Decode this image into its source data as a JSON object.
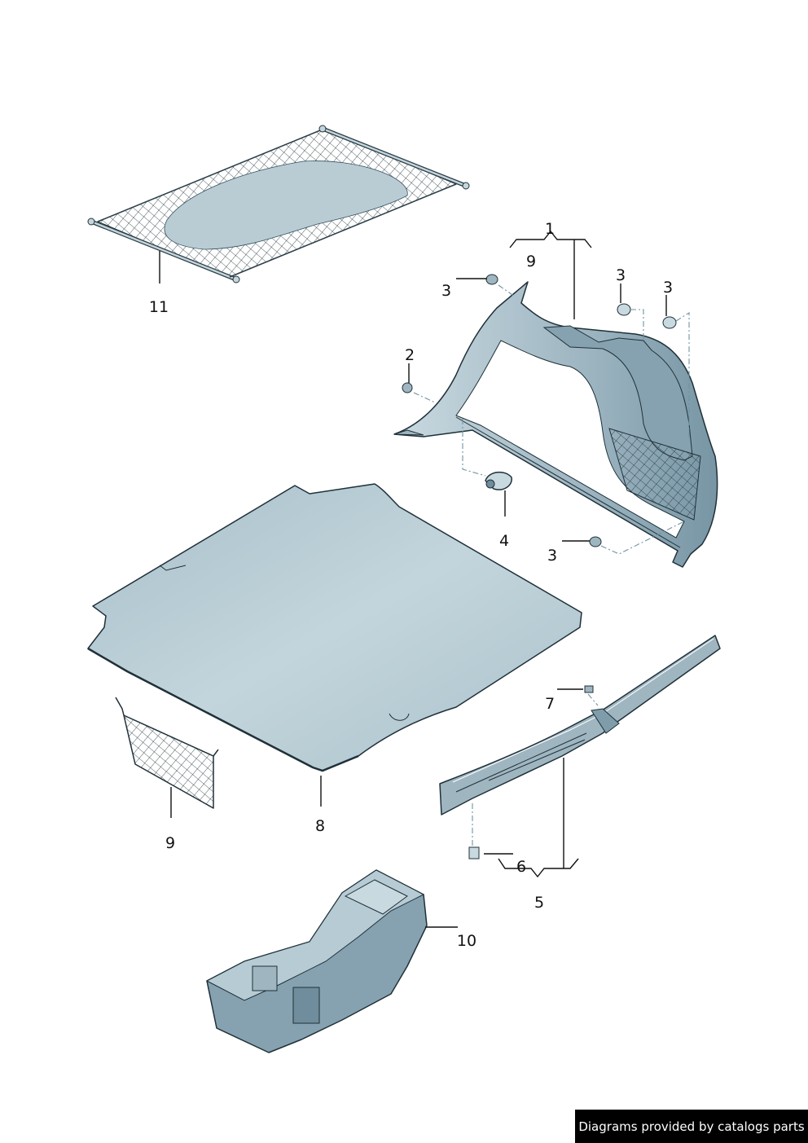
{
  "diagram": {
    "callouts": [
      {
        "id": "c1",
        "text": "1"
      },
      {
        "id": "c2",
        "text": "2"
      },
      {
        "id": "c3a",
        "text": "3"
      },
      {
        "id": "c3b",
        "text": "3"
      },
      {
        "id": "c3c",
        "text": "3"
      },
      {
        "id": "c3d",
        "text": "3"
      },
      {
        "id": "c4",
        "text": "4"
      },
      {
        "id": "c5",
        "text": "5"
      },
      {
        "id": "c6",
        "text": "6"
      },
      {
        "id": "c7",
        "text": "7"
      },
      {
        "id": "c8",
        "text": "8"
      },
      {
        "id": "c9a",
        "text": "9"
      },
      {
        "id": "c9b",
        "text": "9"
      },
      {
        "id": "c10",
        "text": "10"
      },
      {
        "id": "c11",
        "text": "11"
      }
    ],
    "parts": [
      {
        "label": "11",
        "icon": "cargo-net-icon"
      },
      {
        "label": "1",
        "icon": "side-trim-panel-icon"
      },
      {
        "label": "8",
        "icon": "floor-covering-icon"
      },
      {
        "label": "9",
        "icon": "storage-net-icon"
      },
      {
        "label": "5",
        "icon": "sill-trim-icon"
      },
      {
        "label": "10",
        "icon": "storage-tray-icon"
      },
      {
        "label": "4",
        "icon": "lashing-eye-icon"
      },
      {
        "label": "3",
        "icon": "clip-icon"
      }
    ],
    "colors": {
      "part_fill": "#b6cbd4",
      "part_dark": "#6f8d9c",
      "part_light": "#d3e0e6",
      "outline": "#1f3038",
      "leader": "#111111",
      "dashed_line": "#6f93a3"
    }
  },
  "footer": {
    "text": "Diagrams provided by catalogs parts"
  }
}
